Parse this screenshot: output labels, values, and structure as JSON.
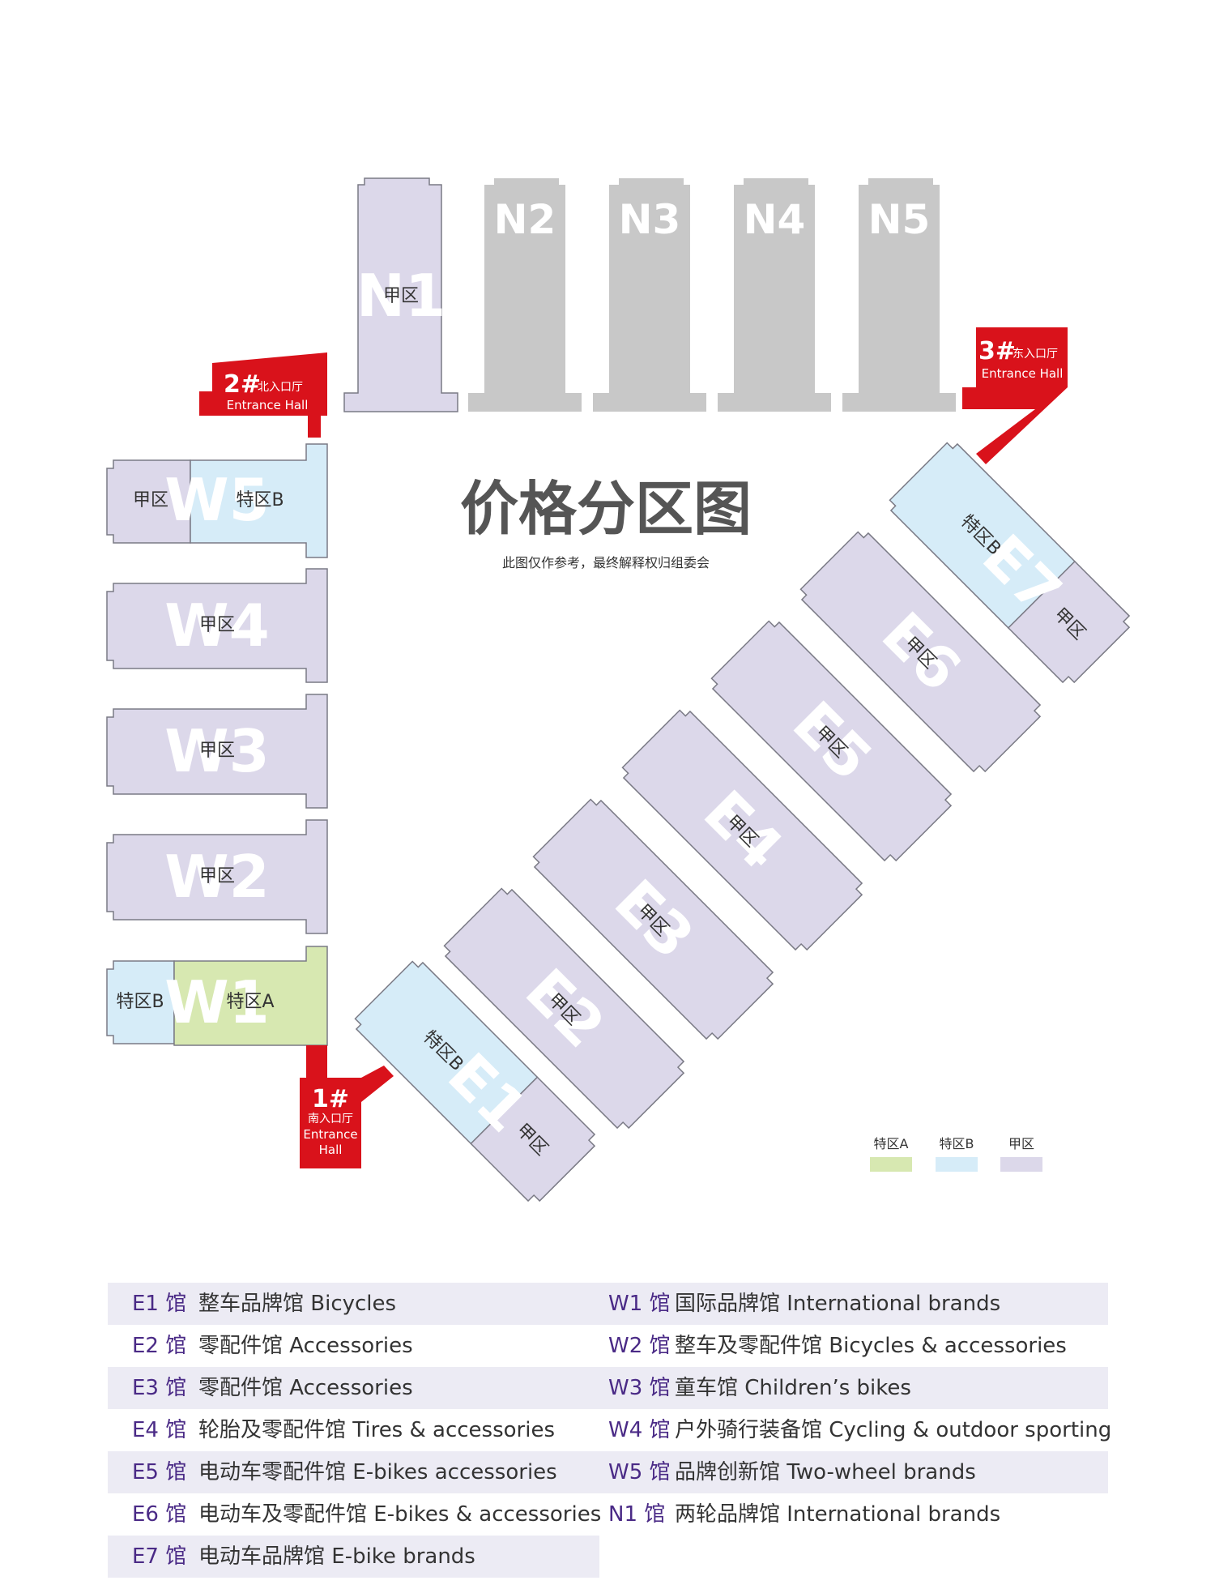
{
  "title": "价格分区图",
  "subtitle": "此图仅作参考，最终解释权归组委会",
  "colors": {
    "special_a": "#d7e8b1",
    "special_b": "#d6ecf8",
    "zone_jia": "#dcd8ea",
    "inactive": "#c8c8c8",
    "entrance": "#d9121b",
    "outline": "#7a7a85",
    "code_text": "#4a2a86"
  },
  "halls": {
    "N1": {
      "name": "N1",
      "zones": [
        "甲区"
      ]
    },
    "N2": {
      "name": "N2"
    },
    "N3": {
      "name": "N3"
    },
    "N4": {
      "name": "N4"
    },
    "N5": {
      "name": "N5"
    },
    "W1": {
      "name": "W1",
      "zones": [
        "特区B",
        "特区A"
      ]
    },
    "W2": {
      "name": "W2",
      "zones": [
        "甲区"
      ]
    },
    "W3": {
      "name": "W3",
      "zones": [
        "甲区"
      ]
    },
    "W4": {
      "name": "W4",
      "zones": [
        "甲区"
      ]
    },
    "W5": {
      "name": "W5",
      "zones": [
        "甲区",
        "特区B"
      ]
    },
    "E1": {
      "name": "E1",
      "zones": [
        "特区B",
        "甲区"
      ]
    },
    "E2": {
      "name": "E2",
      "zones": [
        "甲区"
      ]
    },
    "E3": {
      "name": "E3",
      "zones": [
        "甲区"
      ]
    },
    "E4": {
      "name": "E4",
      "zones": [
        "甲区"
      ]
    },
    "E5": {
      "name": "E5",
      "zones": [
        "甲区"
      ]
    },
    "E6": {
      "name": "E6",
      "zones": [
        "甲区"
      ]
    },
    "E7": {
      "name": "E7",
      "zones": [
        "特区B",
        "甲区"
      ]
    }
  },
  "entrances": {
    "south": {
      "num": "1#",
      "cn": "南入口厅",
      "en1": "Entrance",
      "en2": "Hall"
    },
    "north": {
      "num": "2#",
      "cn": "北入口厅",
      "en": "Entrance Hall"
    },
    "east": {
      "num": "3#",
      "cn": "东入口厅",
      "en": "Entrance Hall"
    }
  },
  "legend": {
    "special_a": "特区A",
    "special_b": "特区B",
    "jia": "甲区"
  },
  "directory": {
    "left": [
      {
        "code": "E1 馆",
        "desc": "整车品牌馆 Bicycles"
      },
      {
        "code": "E2 馆",
        "desc": "零配件馆 Accessories"
      },
      {
        "code": "E3 馆",
        "desc": "零配件馆 Accessories"
      },
      {
        "code": "E4 馆",
        "desc": "轮胎及零配件馆 Tires & accessories"
      },
      {
        "code": "E5 馆",
        "desc": "电动车零配件馆 E-bikes accessories"
      },
      {
        "code": "E6 馆",
        "desc": "电动车及零配件馆 E-bikes & accessories"
      },
      {
        "code": "E7 馆",
        "desc": "电动车品牌馆 E-bike brands"
      }
    ],
    "right": [
      {
        "code": "W1 馆",
        "desc": "国际品牌馆 International brands"
      },
      {
        "code": "W2 馆",
        "desc": "整车及零配件馆 Bicycles & accessories"
      },
      {
        "code": "W3 馆",
        "desc": "童车馆 Children’s bikes"
      },
      {
        "code": "W4 馆",
        "desc": "户外骑行装备馆 Cycling & outdoor sporting"
      },
      {
        "code": "W5 馆",
        "desc": "品牌创新馆 Two-wheel brands"
      },
      {
        "code": "N1 馆",
        "desc": "两轮品牌馆 International brands"
      }
    ]
  }
}
